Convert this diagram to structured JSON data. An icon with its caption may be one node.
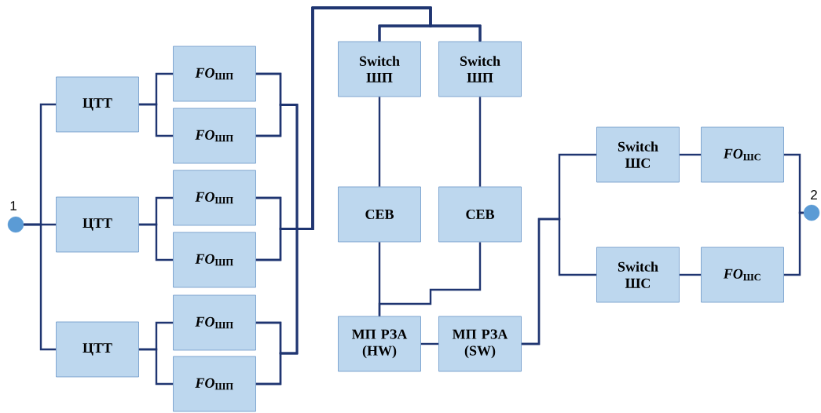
{
  "diagram": {
    "nodes": [
      {
        "text": [],
        "shape": "circle",
        "beside": [
          "1"
        ]
      },
      {
        "text": [
          "ЦТТ"
        ]
      },
      {
        "text": [
          "ЦТТ"
        ]
      },
      {
        "text": [
          "ЦТТ"
        ]
      },
      {
        "text": [
          "*FO*$_{ШП}$"
        ]
      },
      {
        "text": [
          "*FO*$_{ШП}$"
        ]
      },
      {
        "text": [
          "*FO*$_{ШП}$"
        ]
      },
      {
        "text": [
          "*FO*$_{ШП}$"
        ]
      },
      {
        "text": [
          "*FO*$_{ШП}$"
        ]
      },
      {
        "text": [
          "*FO*$_{ШП}$"
        ]
      },
      {
        "text": [
          "Switch ШП"
        ]
      },
      {
        "text": [
          "Switch ШП"
        ]
      },
      {
        "text": [
          "СЕВ"
        ]
      },
      {
        "text": [
          "СЕВ"
        ]
      },
      {
        "text": [
          "МП РЗА (HW)"
        ]
      },
      {
        "text": [
          "МП РЗА (SW)"
        ]
      },
      {
        "text": [
          "Switch ШС"
        ]
      },
      {
        "text": [
          "Switch ШС"
        ]
      },
      {
        "text": [
          "*FO*$_{ШС}$"
        ]
      },
      {
        "text": [
          "*FO*$_{ШС}$"
        ]
      },
      {
        "text": [],
        "shape": "circle",
        "beside": [
          "2"
        ]
      }
    ],
    "edges": [
      {
        "from": 0,
        "to": 1,
        "arrow": "none"
      },
      {
        "from": 0,
        "to": 2,
        "arrow": "none"
      },
      {
        "from": 0,
        "to": 3,
        "arrow": "none"
      },
      {
        "from": 1,
        "to": 4,
        "arrow": "none"
      },
      {
        "from": 1,
        "to": 5,
        "arrow": "none"
      },
      {
        "from": 2,
        "to": 6,
        "arrow": "none"
      },
      {
        "from": 2,
        "to": 7,
        "arrow": "none"
      },
      {
        "from": 3,
        "to": 8,
        "arrow": "none"
      },
      {
        "from": 3,
        "to": 9,
        "arrow": "none"
      },
      {
        "from": 4,
        "to": 10,
        "arrow": "none"
      },
      {
        "from": 4,
        "to": 11,
        "arrow": "none"
      },
      {
        "from": 5,
        "to": 10,
        "arrow": "none"
      },
      {
        "from": 5,
        "to": 11,
        "arrow": "none"
      },
      {
        "from": 6,
        "to": 10,
        "arrow": "none"
      },
      {
        "from": 6,
        "to": 11,
        "arrow": "none"
      },
      {
        "from": 7,
        "to": 10,
        "arrow": "none"
      },
      {
        "from": 7,
        "to": 11,
        "arrow": "none"
      },
      {
        "from": 8,
        "to": 10,
        "arrow": "none"
      },
      {
        "from": 8,
        "to": 11,
        "arrow": "none"
      },
      {
        "from": 9,
        "to": 10,
        "arrow": "none"
      },
      {
        "from": 9,
        "to": 11,
        "arrow": "none"
      },
      {
        "from": 10,
        "to": 12,
        "arrow": "none"
      },
      {
        "from": 11,
        "to": 13,
        "arrow": "none"
      },
      {
        "from": 12,
        "to": 14,
        "arrow": "none"
      },
      {
        "from": 13,
        "to": 14,
        "arrow": "none"
      },
      {
        "from": 14,
        "to": 15,
        "arrow": "none"
      },
      {
        "from": 15,
        "to": 16,
        "arrow": "none"
      },
      {
        "from": 15,
        "to": 17,
        "arrow": "none"
      },
      {
        "from": 16,
        "to": 18,
        "arrow": "none"
      },
      {
        "from": 17,
        "to": 19,
        "arrow": "none"
      },
      {
        "from": 18,
        "to": 20,
        "arrow": "none"
      },
      {
        "from": 19,
        "to": 20,
        "arrow": "none"
      }
    ]
  }
}
